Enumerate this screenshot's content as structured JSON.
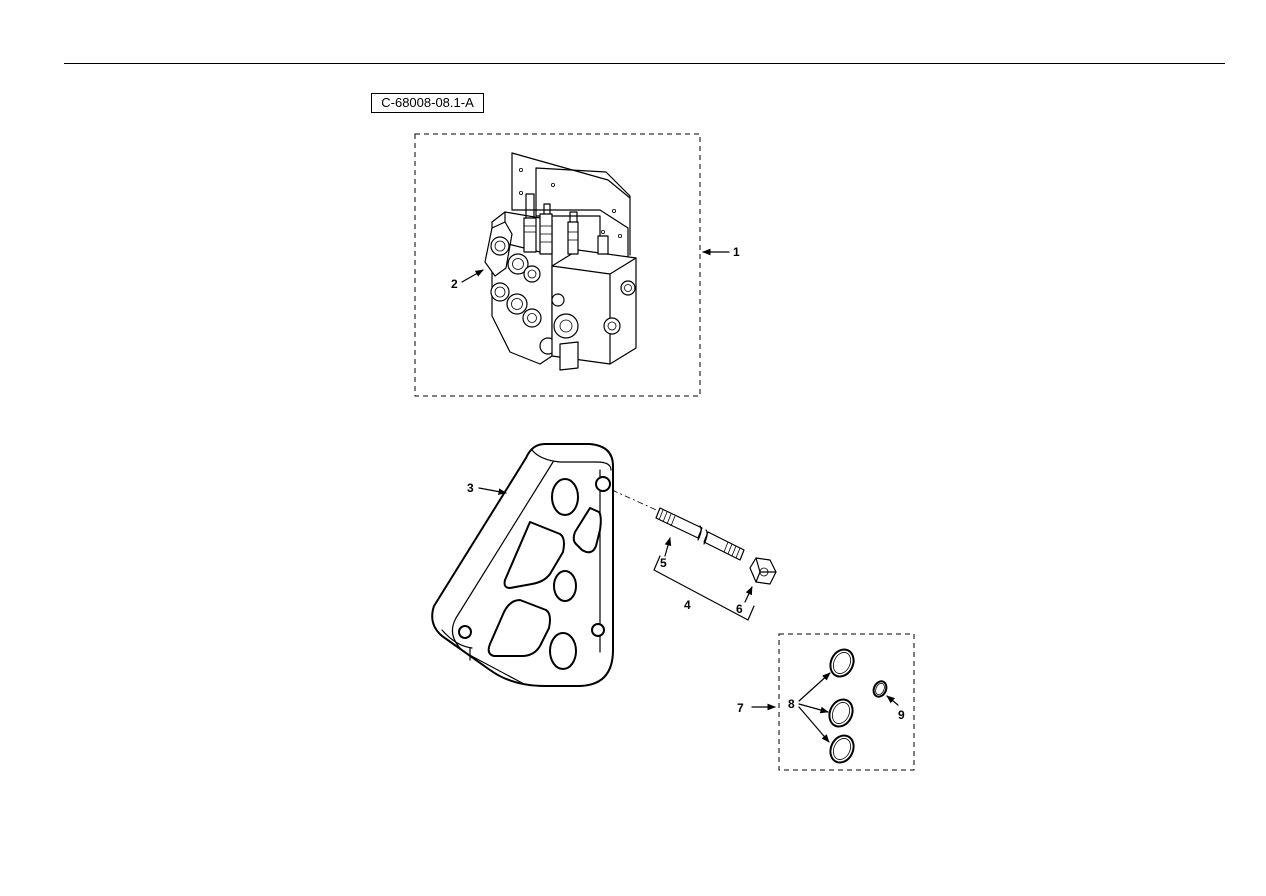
{
  "figure_id": "C-68008-08.1-A",
  "callouts": {
    "c1": "1",
    "c2": "2",
    "c3": "3",
    "c4": "4",
    "c5": "5",
    "c6": "6",
    "c7": "7",
    "c8": "8",
    "c9": "9"
  }
}
